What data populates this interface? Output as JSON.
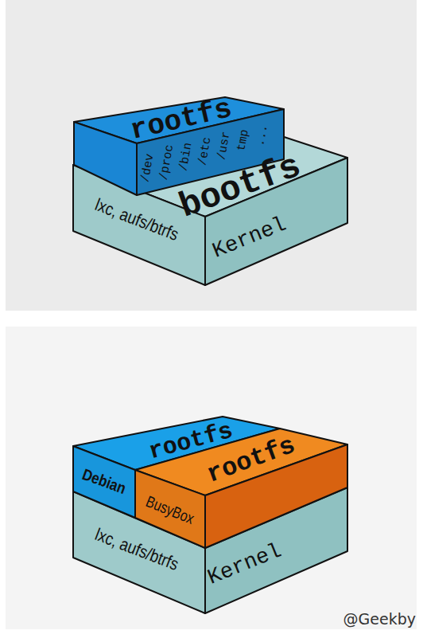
{
  "diagram": {
    "nodes": [
      {
        "text": [
          "rootfs",
          "/dev",
          "/proc",
          "/bin",
          "/etc",
          "/usr",
          "tmp",
          "..."
        ]
      },
      {
        "text": [
          "bootfs",
          "lxc, aufs/btrfs",
          "Kernel"
        ]
      },
      {
        "text": [
          "rootfs",
          "Debian"
        ]
      },
      {
        "text": [
          "rootfs",
          "BusyBox"
        ]
      },
      {
        "text": [
          "lxc, aufs/btrfs",
          "Kernel"
        ]
      }
    ],
    "labels": [
      "@Geekby"
    ]
  }
}
